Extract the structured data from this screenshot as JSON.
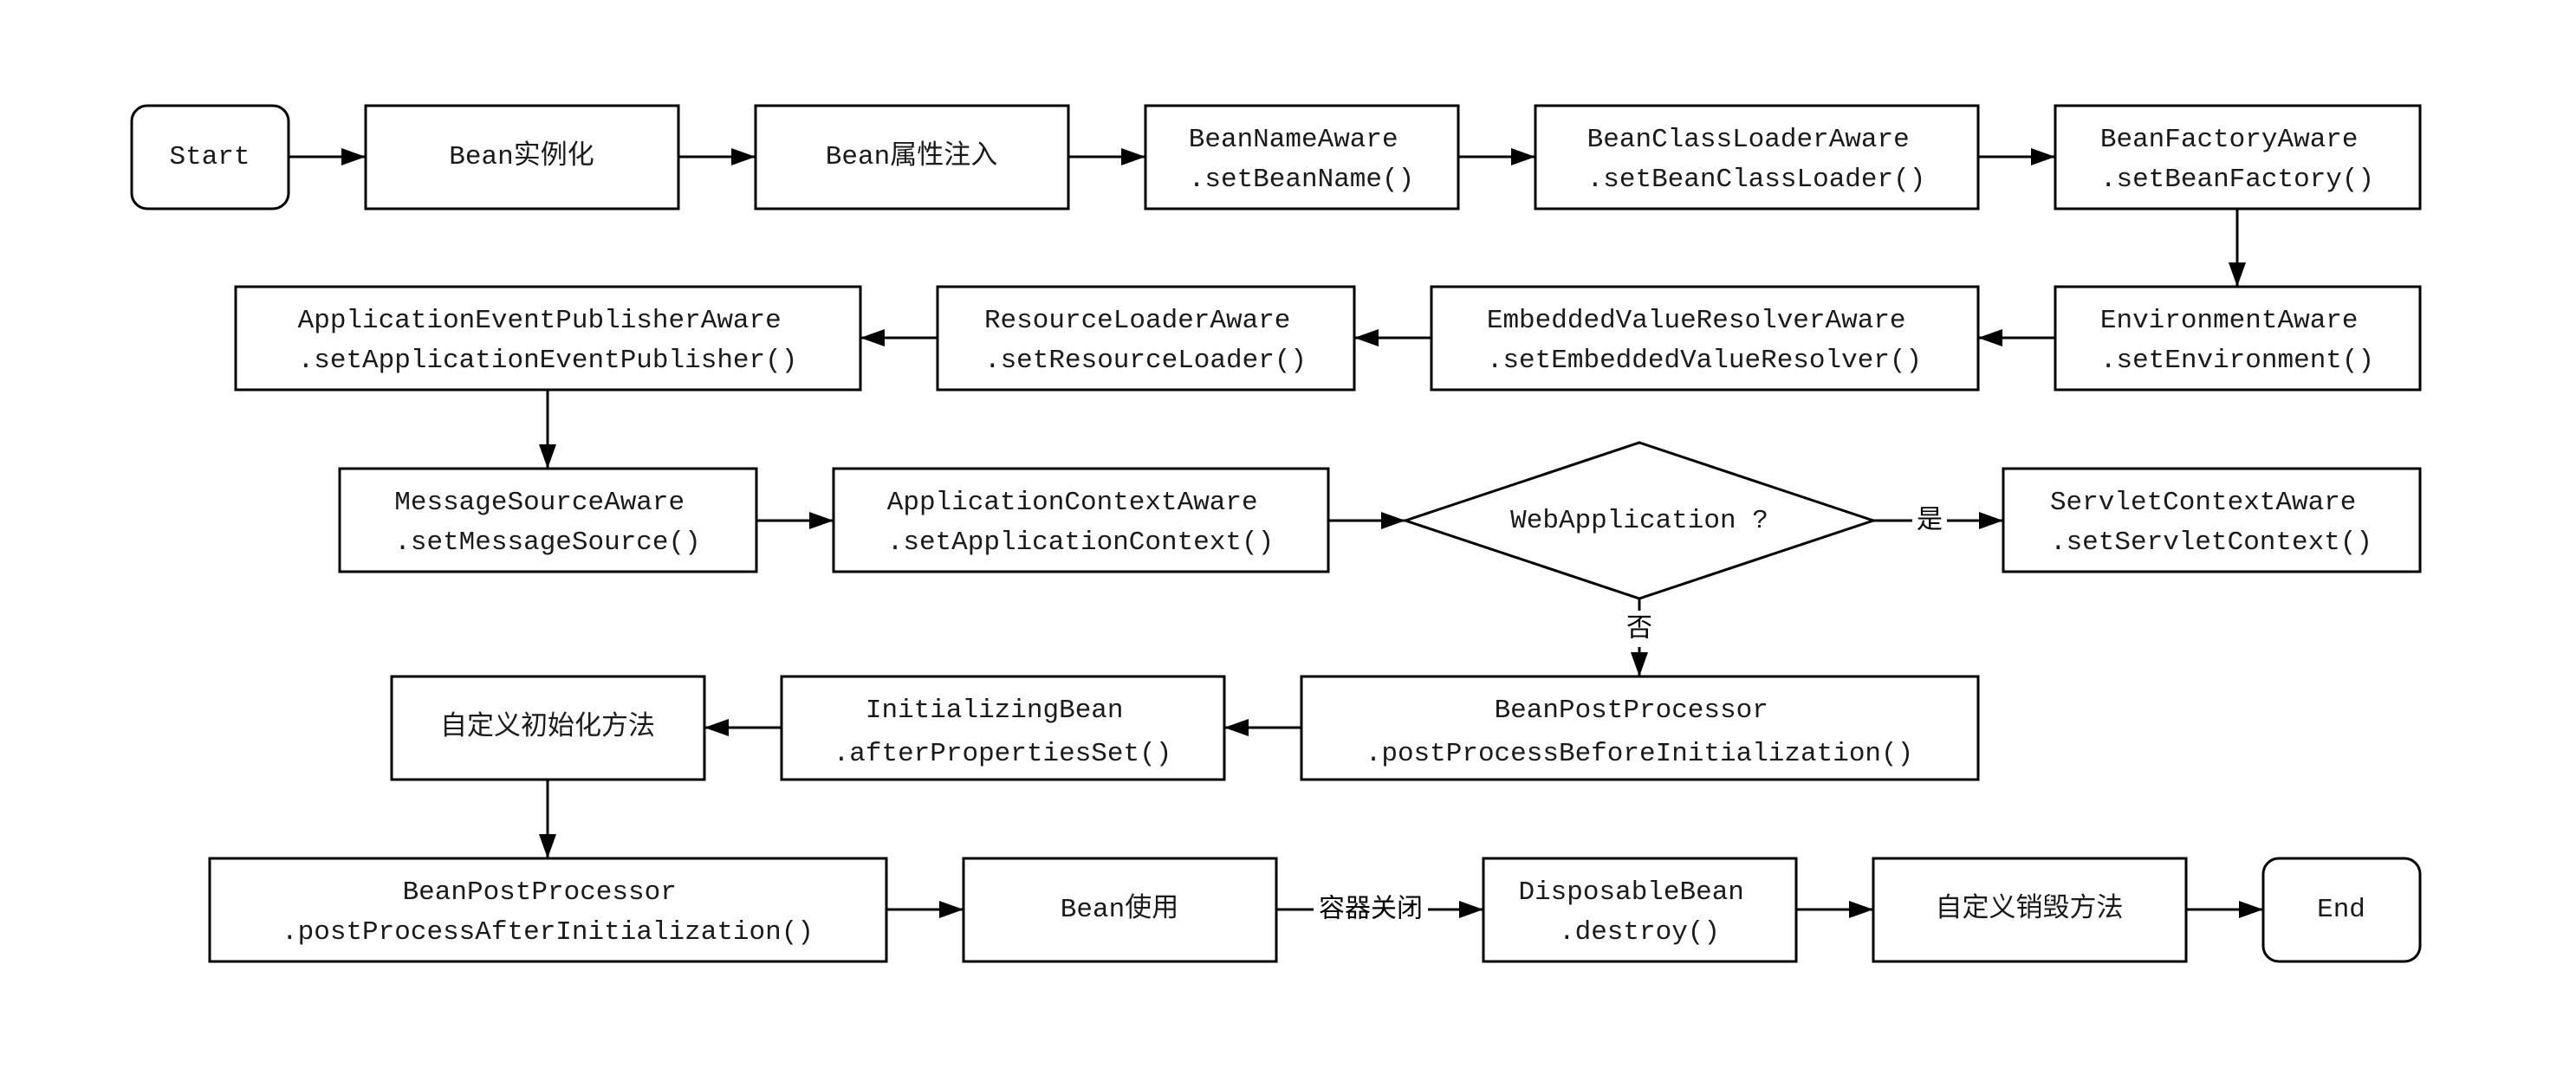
{
  "nodes": {
    "start": {
      "lines": [
        "Start"
      ]
    },
    "instantiate": {
      "lines": [
        "Bean实例化"
      ]
    },
    "populate": {
      "lines": [
        "Bean属性注入"
      ]
    },
    "bean_name_aware": {
      "lines": [
        "BeanNameAware",
        ".setBeanName()"
      ]
    },
    "bean_class_loader_aware": {
      "lines": [
        "BeanClassLoaderAware",
        ".setBeanClassLoader()"
      ]
    },
    "bean_factory_aware": {
      "lines": [
        "BeanFactoryAware",
        ".setBeanFactory()"
      ]
    },
    "environment_aware": {
      "lines": [
        "EnvironmentAware",
        ".setEnvironment()"
      ]
    },
    "embedded_value_resolver_aware": {
      "lines": [
        "EmbeddedValueResolverAware",
        ".setEmbeddedValueResolver()"
      ]
    },
    "resource_loader_aware": {
      "lines": [
        "ResourceLoaderAware",
        ".setResourceLoader()"
      ]
    },
    "application_event_publisher_aware": {
      "lines": [
        "ApplicationEventPublisherAware",
        ".setApplicationEventPublisher()"
      ]
    },
    "message_source_aware": {
      "lines": [
        "MessageSourceAware",
        ".setMessageSource()"
      ]
    },
    "application_context_aware": {
      "lines": [
        "ApplicationContextAware",
        ".setApplicationContext()"
      ]
    },
    "web_application_decision": {
      "lines": [
        "WebApplication ?"
      ]
    },
    "servlet_context_aware": {
      "lines": [
        "ServletContextAware",
        ".setServletContext()"
      ]
    },
    "post_process_before": {
      "lines": [
        "BeanPostProcessor",
        ".postProcessBeforeInitialization()"
      ]
    },
    "initializing_bean": {
      "lines": [
        "InitializingBean",
        ".afterPropertiesSet()"
      ]
    },
    "custom_init": {
      "lines": [
        "自定义初始化方法"
      ]
    },
    "post_process_after": {
      "lines": [
        "BeanPostProcessor",
        ".postProcessAfterInitialization()"
      ]
    },
    "bean_in_use": {
      "lines": [
        "Bean使用"
      ]
    },
    "disposable_bean": {
      "lines": [
        "DisposableBean",
        ".destroy()"
      ]
    },
    "custom_destroy": {
      "lines": [
        "自定义销毁方法"
      ]
    },
    "end": {
      "lines": [
        "End"
      ]
    }
  },
  "edge_labels": {
    "yes": "是",
    "no": "否",
    "container_close": "容器关闭"
  }
}
